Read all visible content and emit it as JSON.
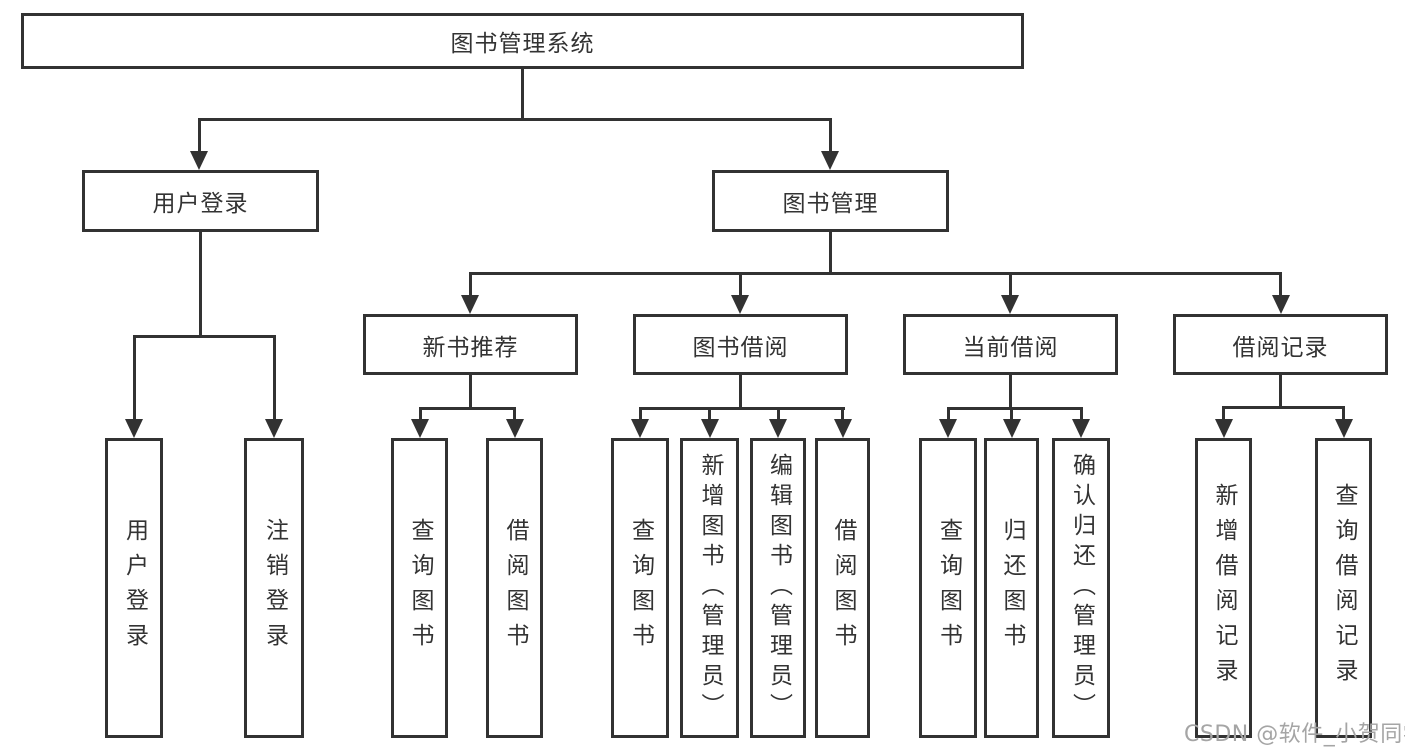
{
  "diagram": {
    "root": "图书管理系统",
    "level2": {
      "user_login": "用户登录",
      "book_mgmt": "图书管理"
    },
    "level3": {
      "new_book_rec": "新书推荐",
      "book_borrow": "图书借阅",
      "current_borrow": "当前借阅",
      "borrow_records": "借阅记录"
    },
    "leaves": {
      "user_login": "用户登录",
      "logout": "注销登录",
      "rec_query_books": "查询图书",
      "rec_borrow_books": "借阅图书",
      "bb_query_books": "查询图书",
      "bb_add_books": "新增图书（管理员）",
      "bb_edit_books": "编辑图书（管理员）",
      "bb_borrow_books": "借阅图书",
      "cb_query_books": "查询图书",
      "cb_return_books": "归还图书",
      "cb_confirm_return": "确认归还（管理员）",
      "br_add_record": "新增借阅记录",
      "br_query_record": "查询借阅记录"
    }
  },
  "watermark": "CSDN @软件_小贺同学",
  "colors": {
    "line": "#323232",
    "text": "#333333",
    "watermark": "#a5a5a5",
    "background": "#ffffff"
  }
}
